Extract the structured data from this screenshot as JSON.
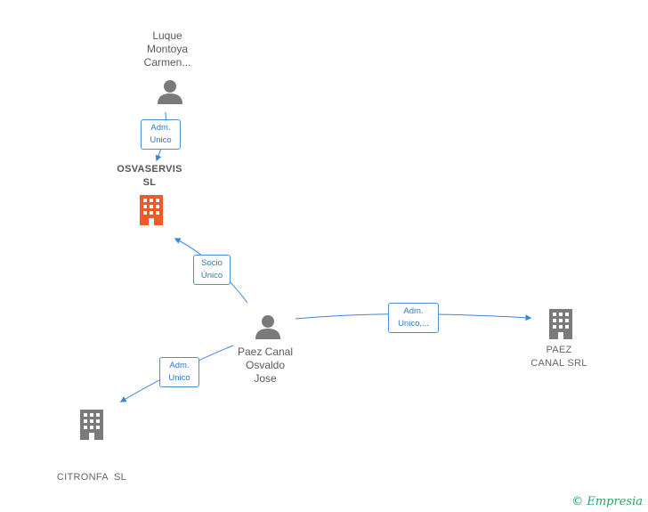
{
  "nodes": {
    "luque": {
      "name_lines": [
        "Luque",
        "Montoya",
        "Carmen..."
      ],
      "type": "person"
    },
    "osvaservis": {
      "name_lines": [
        "OSVASERVIS",
        "SL"
      ],
      "type": "company",
      "color": "#f05a28"
    },
    "paez_person": {
      "name_lines": [
        "Paez Canal",
        "Osvaldo",
        "Jose"
      ],
      "type": "person"
    },
    "paez_srl": {
      "name_lines": [
        "PAEZ",
        "CANAL SRL"
      ],
      "type": "company",
      "color": "#7a7a7a"
    },
    "citronfa": {
      "name_lines": [
        "CITRONFA  SL"
      ],
      "type": "company",
      "color": "#7a7a7a"
    }
  },
  "edges": [
    {
      "id": "luque-osva",
      "label_lines": [
        "Adm.",
        "Unico"
      ]
    },
    {
      "id": "paez-osva",
      "label_lines": [
        "Socio",
        "Único"
      ]
    },
    {
      "id": "paez-srl",
      "label_lines": [
        "Adm.",
        "Unico,..."
      ]
    },
    {
      "id": "paez-citronfa",
      "label_lines": [
        "Adm.",
        "Unico"
      ]
    }
  ],
  "colors": {
    "edge": "#3d86d6",
    "person": "#7a7a7a"
  },
  "icons": {
    "person": "person-icon",
    "company": "building-icon"
  },
  "footer": {
    "copyright": "©",
    "brand": "Empresia"
  }
}
